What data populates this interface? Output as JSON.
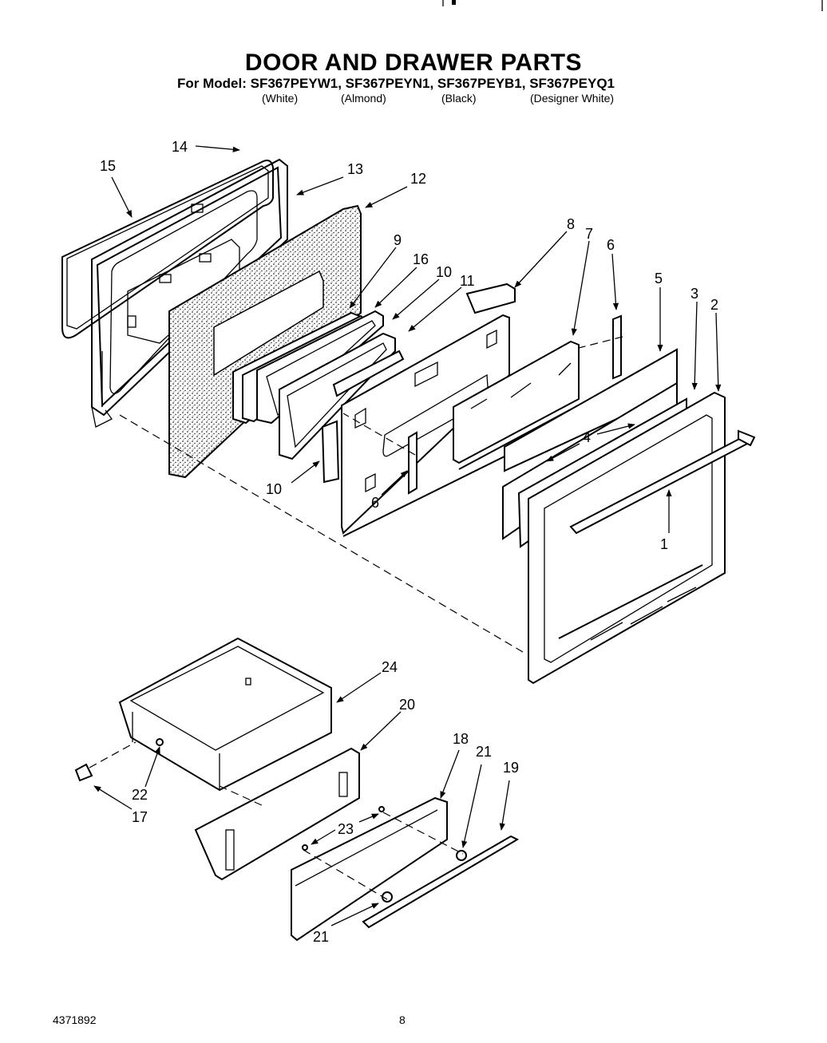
{
  "title": "DOOR AND DRAWER PARTS",
  "model_line": "For Model: SF367PEYW1, SF367PEYN1, SF367PEYB1, SF367PEYQ1",
  "variants": [
    "(White)",
    "(Almond)",
    "(Black)",
    "(Designer White)"
  ],
  "callouts": [
    "14",
    "15",
    "13",
    "12",
    "9",
    "16",
    "10",
    "11",
    "8",
    "7",
    "6",
    "5",
    "3",
    "2",
    "4",
    "10",
    "6",
    "1",
    "24",
    "20",
    "18",
    "21",
    "19",
    "22",
    "17",
    "23",
    "21"
  ],
  "footer": {
    "doc_number": "4371892",
    "page_number": "8"
  }
}
